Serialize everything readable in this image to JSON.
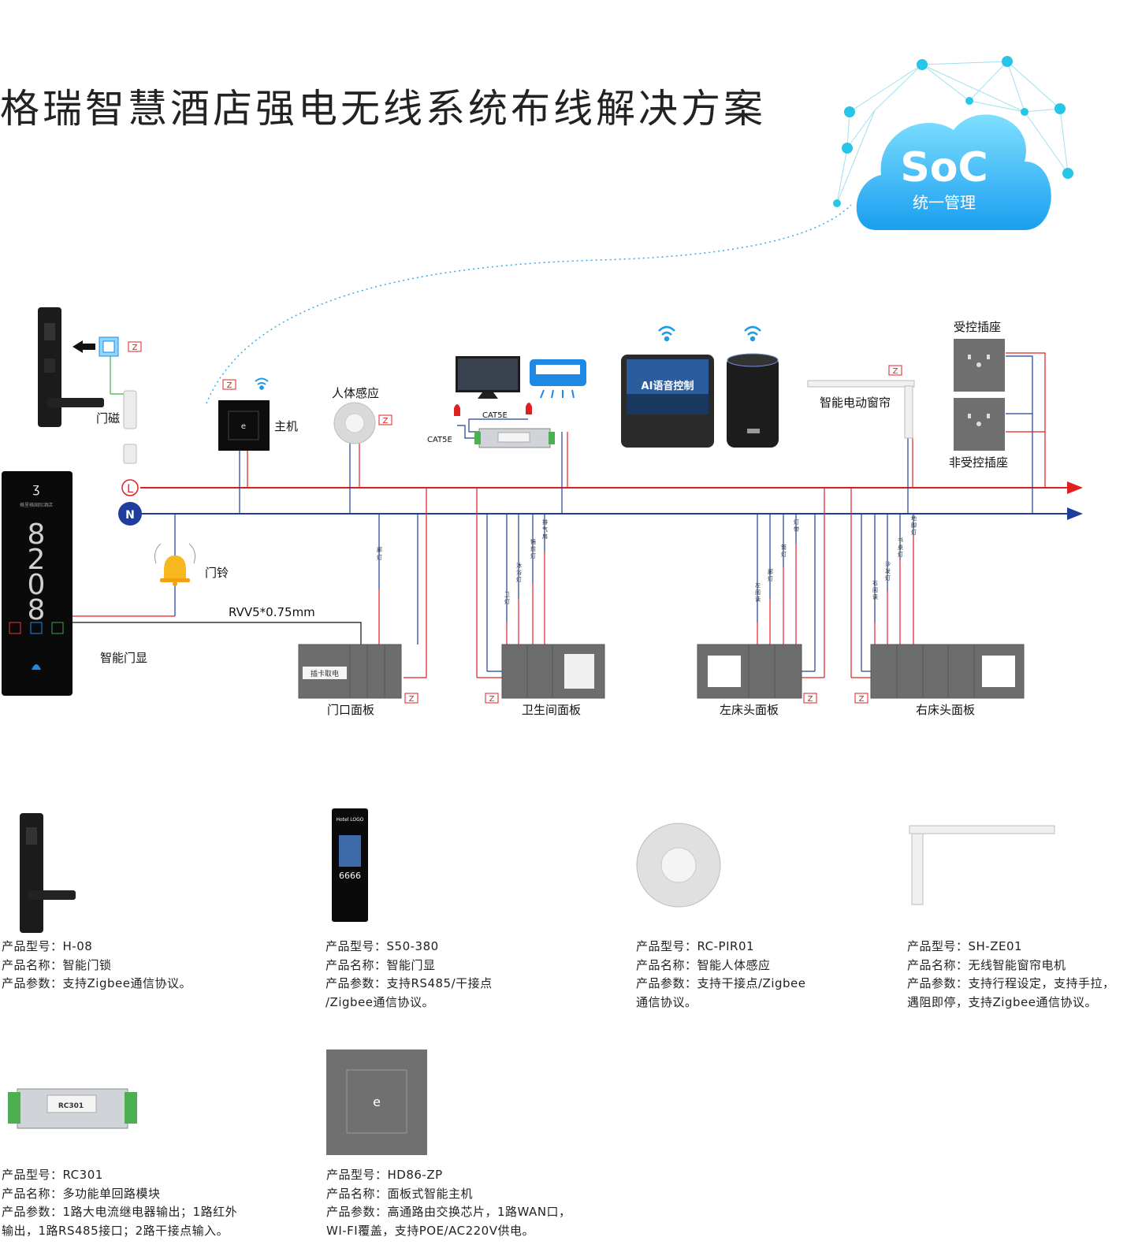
{
  "title": "格瑞智慧酒店强电无线系统布线解决方案",
  "cloud": {
    "big": "SoC",
    "small": "统一管理"
  },
  "bus": {
    "live": "L",
    "neutral": "N"
  },
  "colors": {
    "live": "#e02020",
    "neutral": "#1f3e9c",
    "cloud": "#20a8f0",
    "wifi": "#1e9be8",
    "panel": "#6d6d6d"
  },
  "labels": {
    "door_sensor": "门磁",
    "host": "主机",
    "pir": "人体感应",
    "cat5e_a": "CAT5E",
    "cat5e_b": "CAT5E",
    "ai_voice": "AI语音控制",
    "curtain": "智能电动窗帘",
    "controlled_socket": "受控插座",
    "uncontrolled_socket": "非受控插座",
    "doorbell": "门铃",
    "cable": "RVV5*0.75mm",
    "door_display": "智能门显",
    "door_display_number": "8208",
    "door_panel": "门口面板",
    "bath_panel": "卫生间面板",
    "left_panel": "左床头面板",
    "right_panel": "右床头面板",
    "card_slot": "插卡取电",
    "zigbee": "Z",
    "rc301_label": "RC301"
  },
  "products": [
    {
      "model": "产品型号：H-08",
      "name": "产品名称：智能门锁",
      "params": [
        "产品参数：支持Zigbee通信协议。"
      ]
    },
    {
      "model": "产品型号：S50-380",
      "name": "产品名称：智能门显",
      "params": [
        "产品参数：支持RS485/干接点",
        "/Zigbee通信协议。"
      ],
      "screen_logo": "Hotel LOGO",
      "screen_number": "6666"
    },
    {
      "model": "产品型号：RC-PIR01",
      "name": "产品名称：智能人体感应",
      "params": [
        "产品参数：支持干接点/Zigbee",
        "通信协议。"
      ]
    },
    {
      "model": "产品型号：SH-ZE01",
      "name": "产品名称：无线智能窗帘电机",
      "params": [
        "产品参数：支持行程设定，支持手拉，",
        "遇阻即停，支持Zigbee通信协议。"
      ]
    },
    {
      "model": "产品型号：RC301",
      "name": "产品名称：多功能单回路模块",
      "params": [
        "产品参数：1路大电流继电器输出；1路红外",
        "输出，1路RS485接口；2路干接点输入。"
      ]
    },
    {
      "model": "产品型号：HD86-ZP",
      "name": "产品名称：面板式智能主机",
      "params": [
        "产品参数：高通路由交换芯片，1路WAN口，",
        "WI-FI覆盖，支持POE/AC220V供电。"
      ]
    }
  ]
}
